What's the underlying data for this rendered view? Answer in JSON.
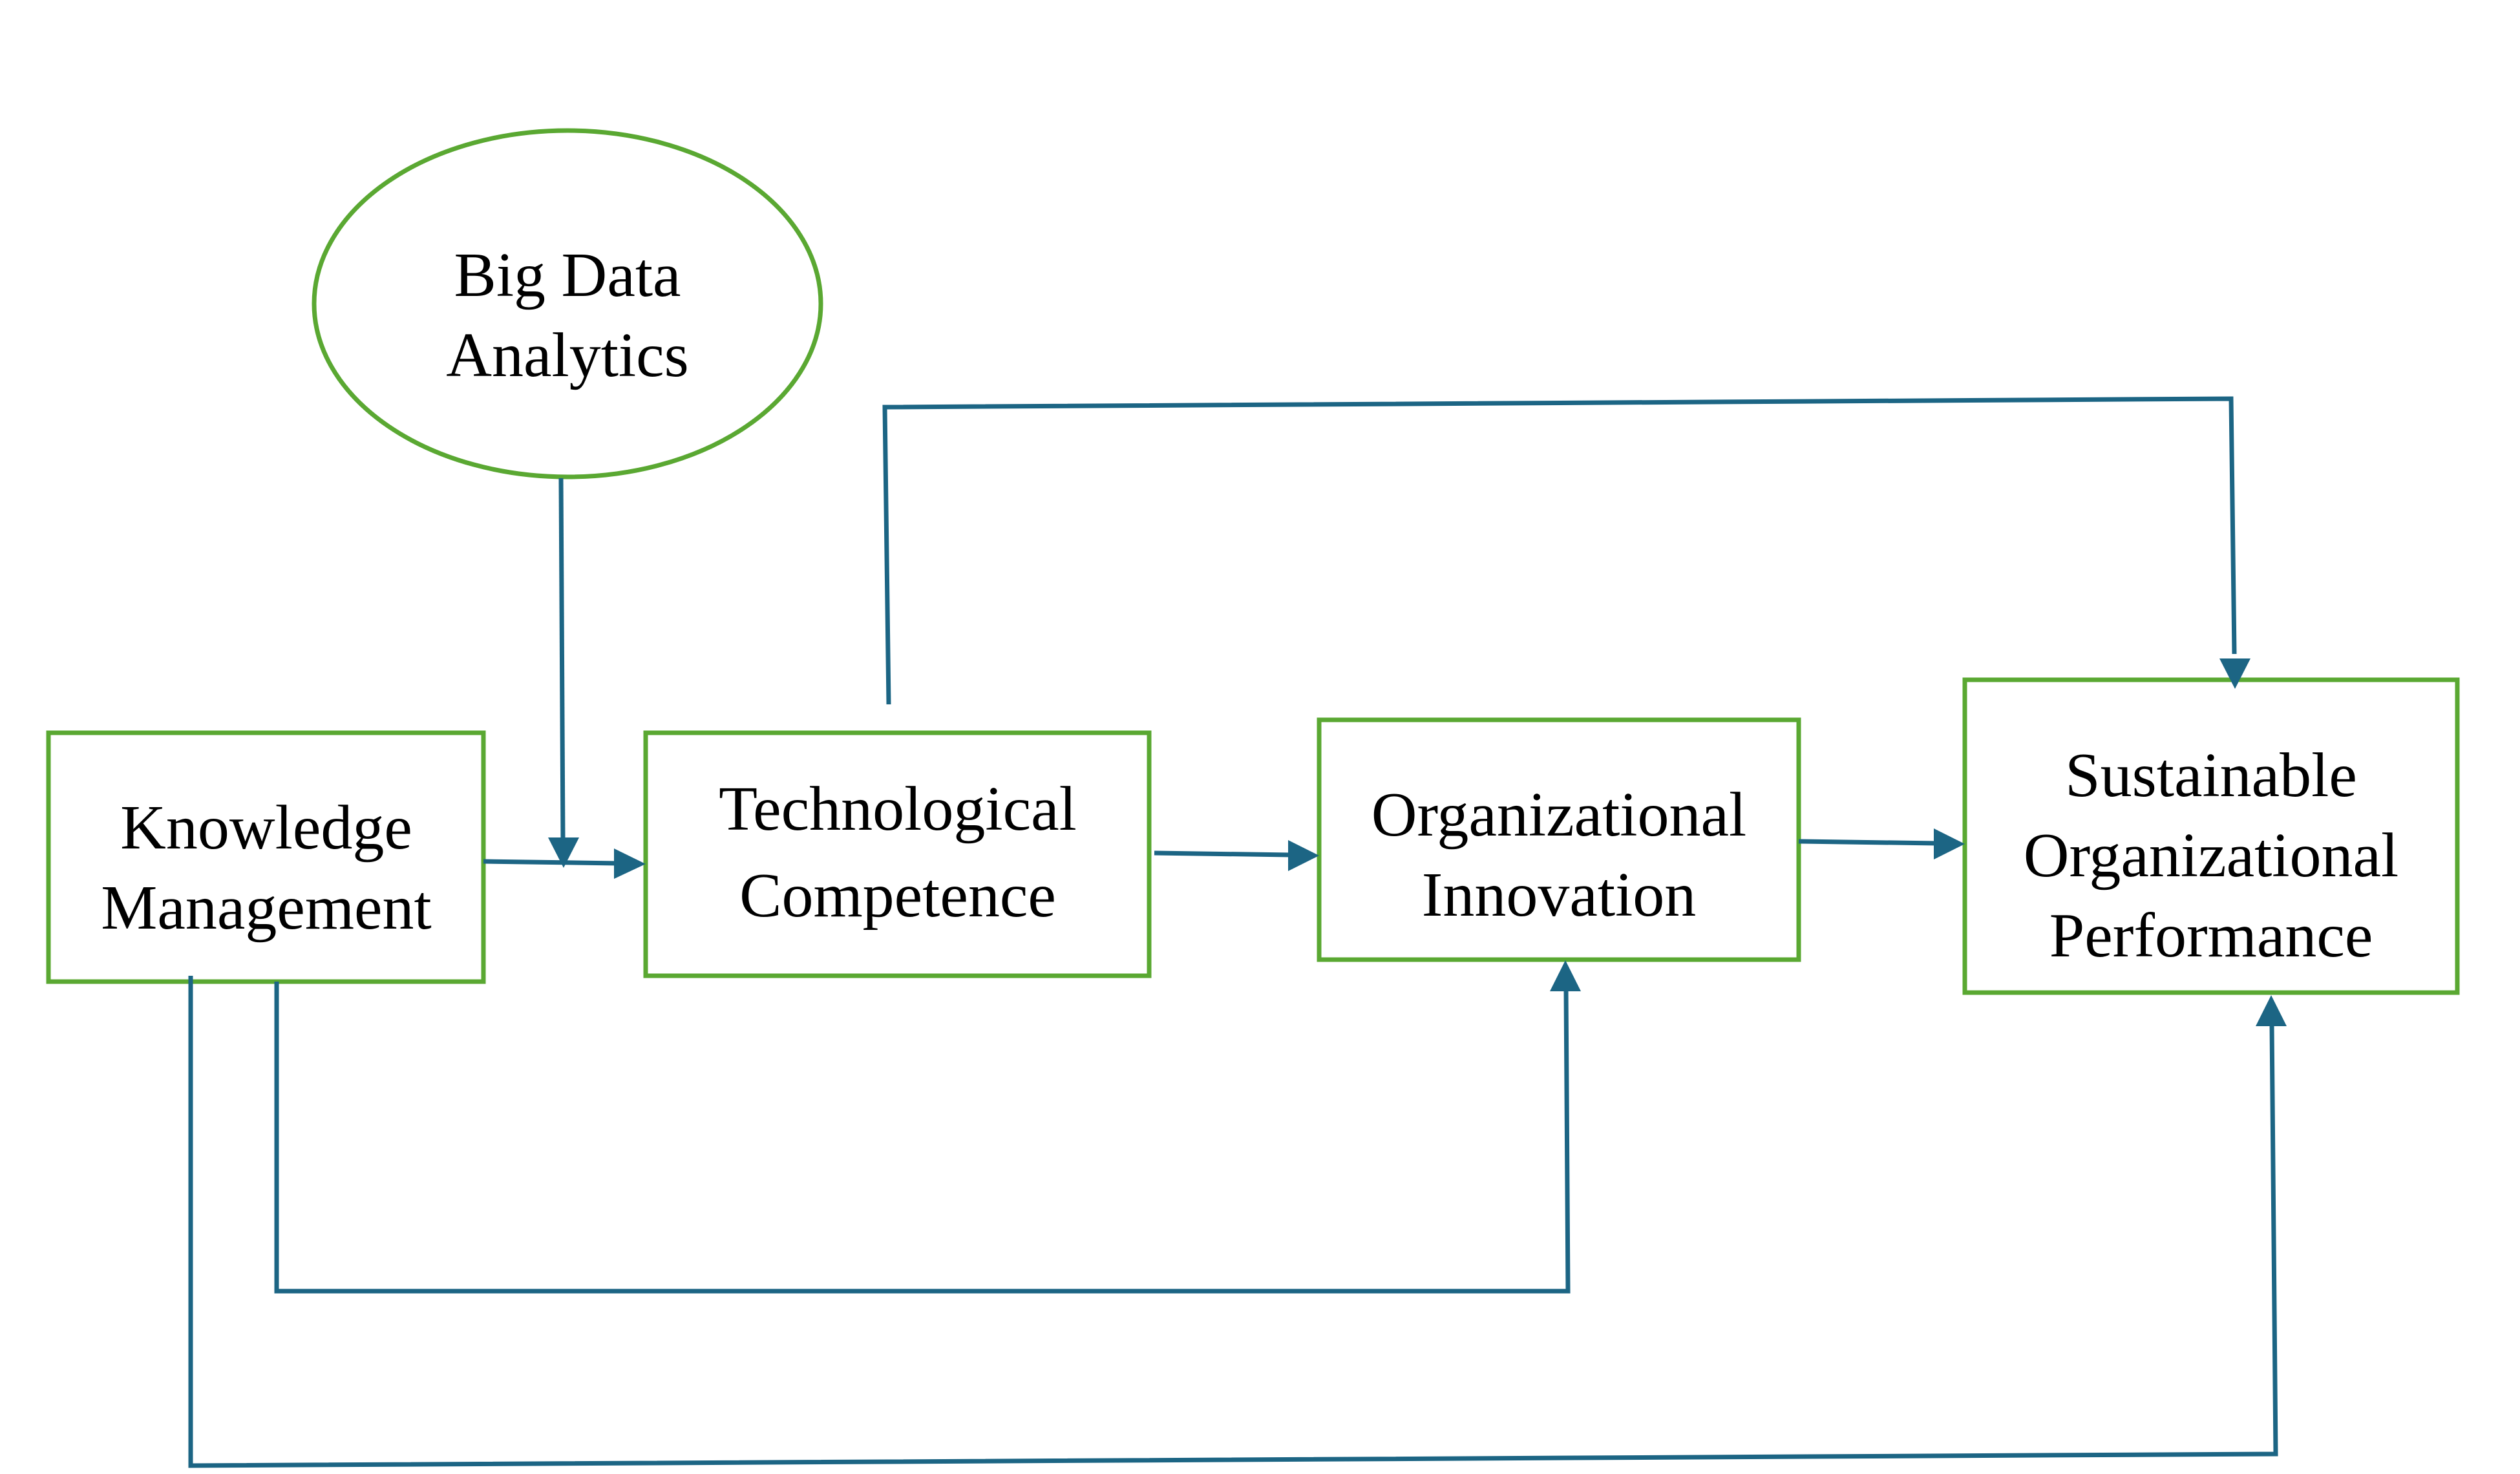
{
  "diagram": {
    "colors": {
      "node_border": "#5aa832",
      "connector": "#1c6584",
      "text": "#000000",
      "background": "#ffffff"
    },
    "nodes": {
      "big_data_analytics": {
        "shape": "ellipse",
        "line1": "Big Data",
        "line2": "Analytics"
      },
      "knowledge_management": {
        "shape": "rectangle",
        "line1": "Knowledge",
        "line2": "Management"
      },
      "technological_competence": {
        "shape": "rectangle",
        "line1": "Technological",
        "line2": "Competence"
      },
      "organizational_innovation": {
        "shape": "rectangle",
        "line1": "Organizational",
        "line2": "Innovation"
      },
      "sustainable_organizational_performance": {
        "shape": "rectangle",
        "line1": "Sustainable",
        "line2": "Organizational",
        "line3": "Performance"
      }
    },
    "edges": [
      {
        "from": "Knowledge Management",
        "to": "Technological Competence"
      },
      {
        "from": "Big Data Analytics",
        "to": "Knowledge Management → Technological Competence path",
        "role": "moderator"
      },
      {
        "from": "Technological Competence",
        "to": "Organizational Innovation"
      },
      {
        "from": "Organizational Innovation",
        "to": "Sustainable Organizational Performance"
      },
      {
        "from": "Technological Competence",
        "to": "Sustainable Organizational Performance"
      },
      {
        "from": "Knowledge Management",
        "to": "Organizational Innovation"
      },
      {
        "from": "Knowledge Management",
        "to": "Sustainable Organizational Performance"
      }
    ]
  }
}
